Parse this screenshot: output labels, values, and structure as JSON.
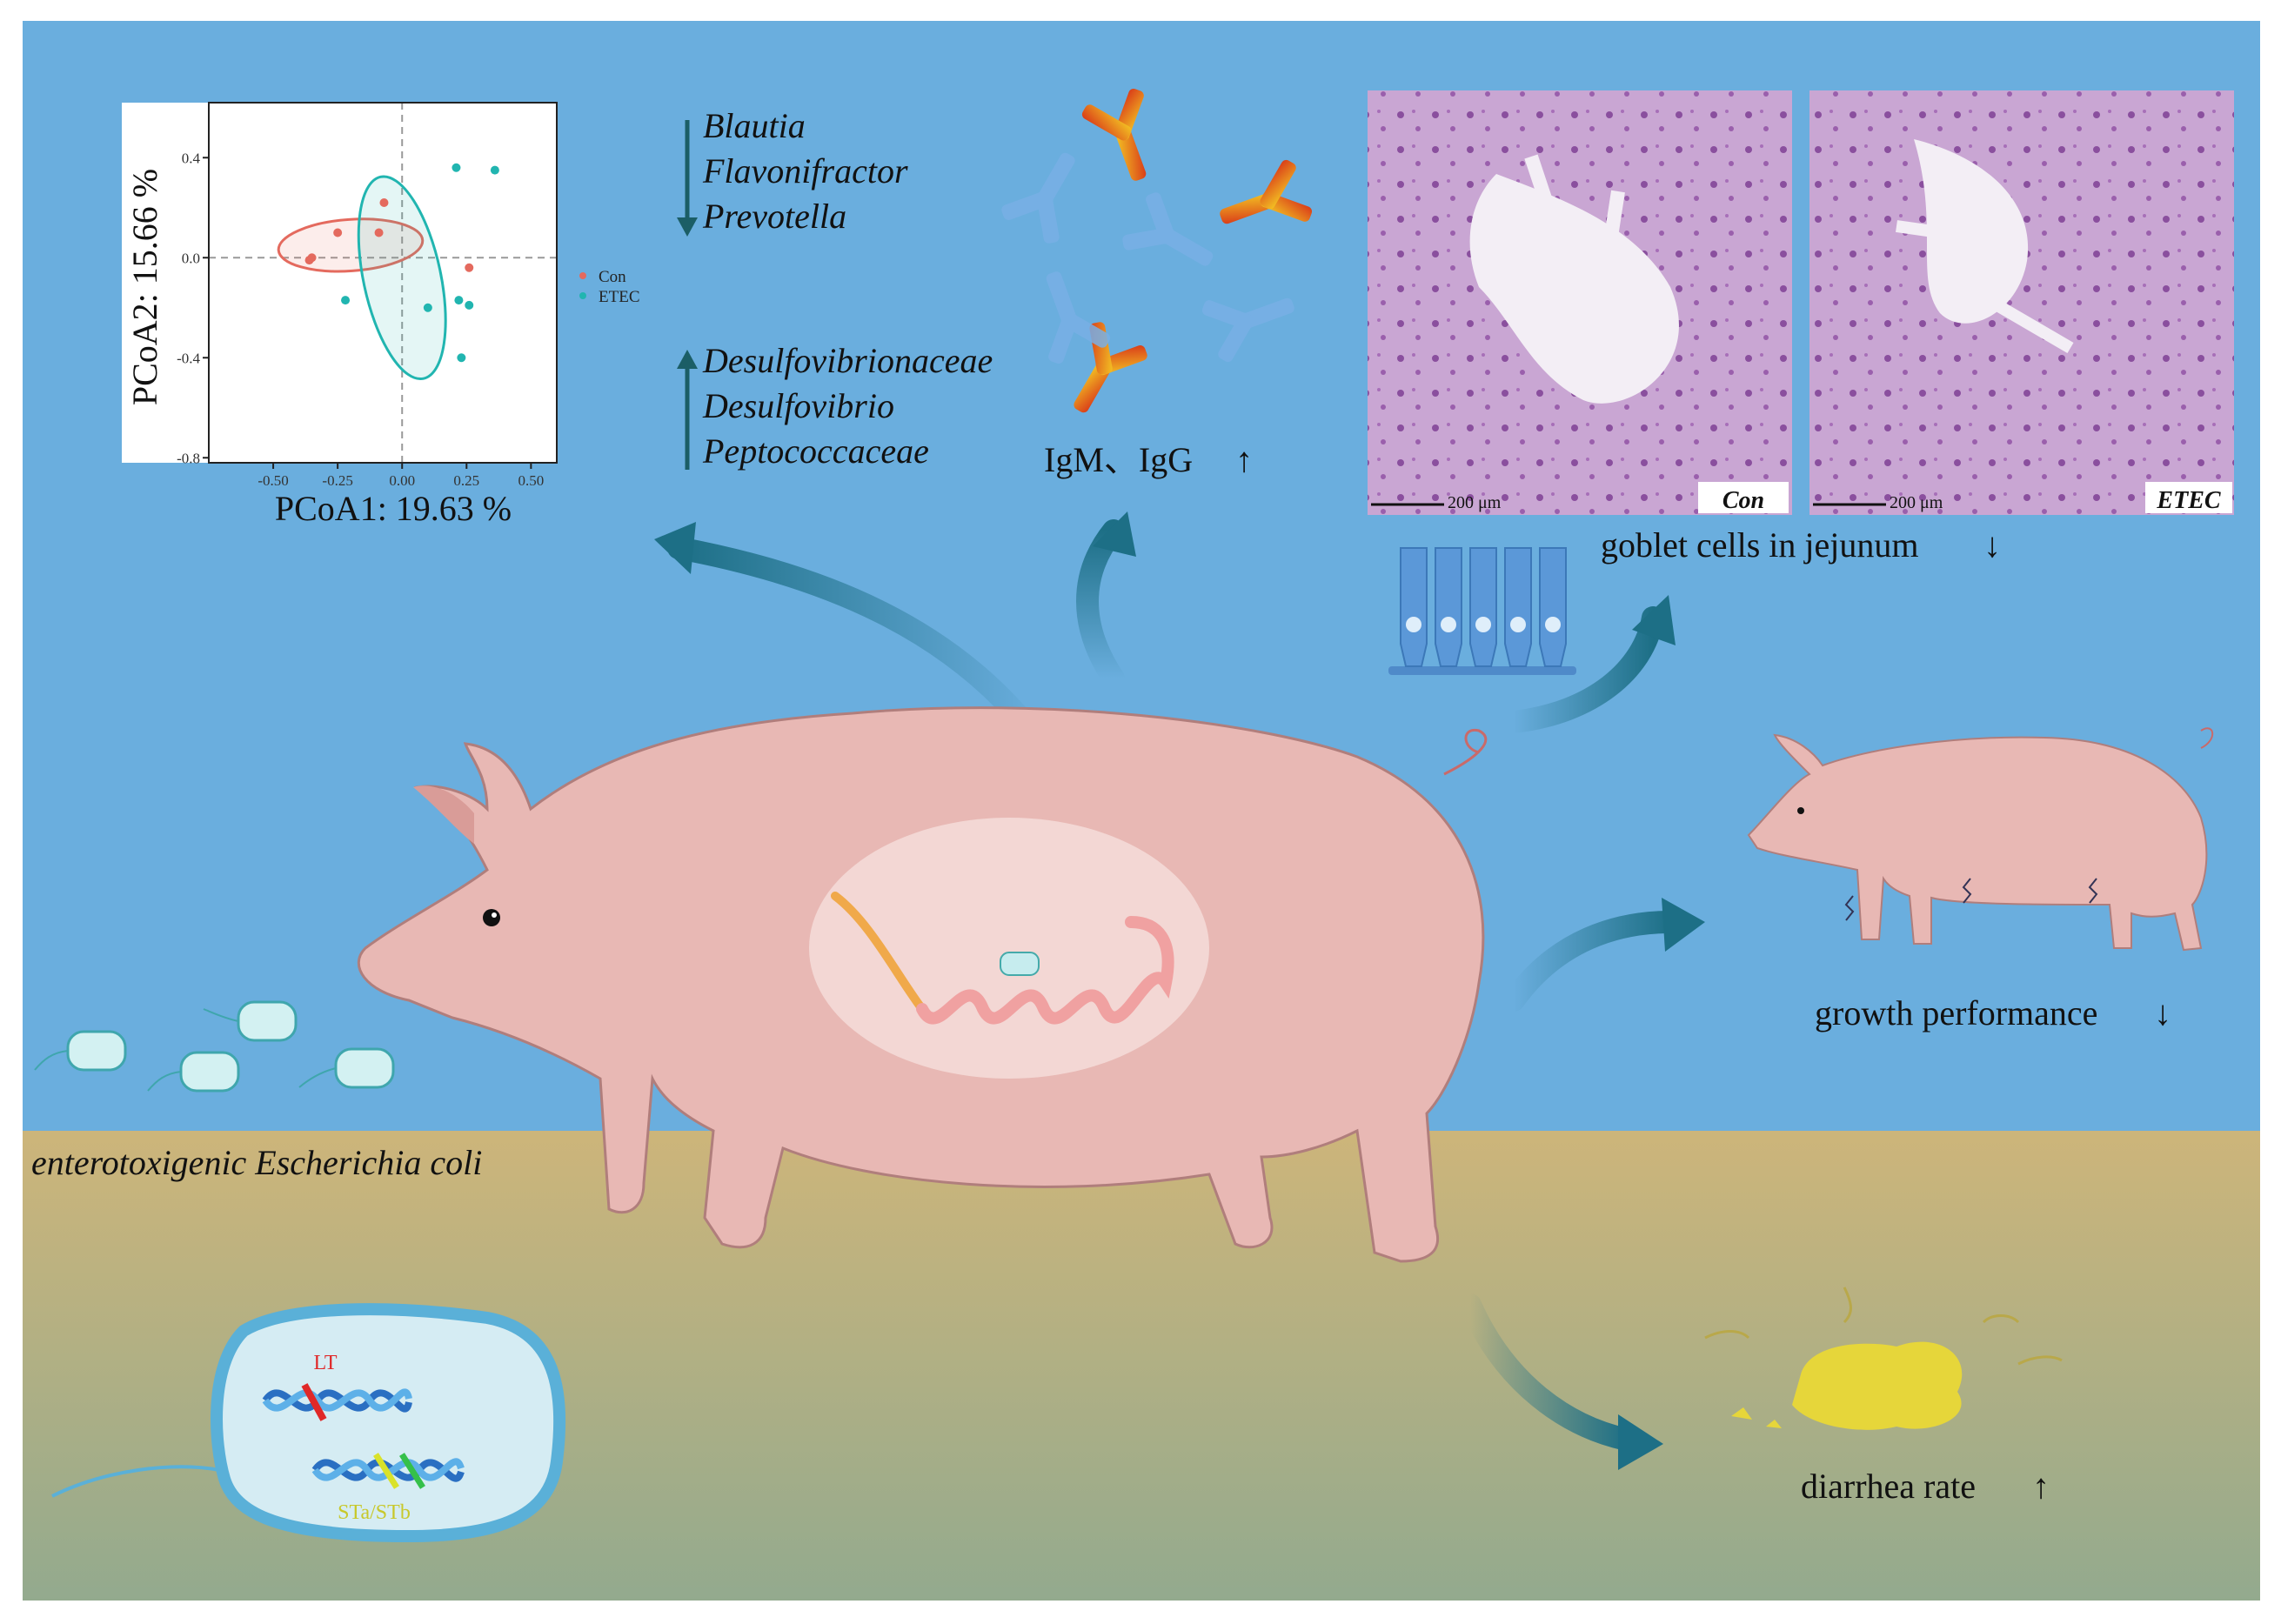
{
  "colors": {
    "sky": "#6aaede",
    "ground_top": "#cdb57a",
    "ground_bottom": "#93aa8e",
    "pig": "#e8b8b4",
    "pig_outline": "#b07e7c",
    "arrow": "#1d6f86",
    "con": "#e46a5e",
    "etec": "#21b5b0",
    "antibody_red": "#e04a1c",
    "antibody_blue": "#79b0e6",
    "tissue": "#b884c4",
    "stool": "#e6d63a"
  },
  "pcoa": {
    "x_axis_label": "PCoA1:  19.63 %",
    "y_axis_label": "PCoA2:  15.66 %",
    "legend": {
      "con": "Con",
      "etec": "ETEC"
    }
  },
  "chart_data": {
    "type": "scatter",
    "title": "",
    "xlabel": "PCoA1:  19.63 %",
    "ylabel": "PCoA2:  15.66 %",
    "xlim": [
      -0.75,
      0.6
    ],
    "ylim": [
      -0.82,
      0.62
    ],
    "xticks": [
      -0.5,
      -0.25,
      0.0,
      0.25,
      0.5
    ],
    "xtick_labels": [
      "-0.50",
      "-0.25",
      "0.00",
      "0.25",
      "0.50"
    ],
    "yticks": [
      -0.8,
      -0.4,
      0.0,
      0.4
    ],
    "ytick_labels": [
      "-0.8",
      "-0.4",
      "0.0",
      "0.4"
    ],
    "grid": false,
    "reference_lines": {
      "x": 0,
      "y": 0
    },
    "legend_position": "right",
    "series": [
      {
        "name": "Con",
        "color": "#e46a5e",
        "x": [
          -0.36,
          -0.35,
          -0.25,
          -0.09,
          -0.07,
          0.26
        ],
        "y": [
          -0.01,
          0.0,
          0.1,
          0.1,
          0.22,
          -0.04
        ],
        "ellipse": {
          "cx": -0.2,
          "cy": 0.05,
          "rx": 0.56,
          "ry": 0.2,
          "angle_deg": -4
        }
      },
      {
        "name": "ETEC",
        "color": "#21b5b0",
        "x": [
          -0.22,
          0.1,
          0.21,
          0.22,
          0.23,
          0.26,
          0.36
        ],
        "y": [
          -0.17,
          -0.2,
          0.36,
          -0.17,
          -0.4,
          -0.19,
          0.35
        ],
        "ellipse": {
          "cx": 0.0,
          "cy": -0.08,
          "rx": 0.8,
          "ry": 0.3,
          "angle_deg": 78
        }
      }
    ]
  },
  "microbiota": {
    "decreased": [
      "Blautia",
      "Flavonifractor",
      "Prevotella"
    ],
    "increased": [
      "Desulfovibrionaceae",
      "Desulfovibrio",
      "Peptococcaceae"
    ]
  },
  "immunoglobulin": {
    "label": "IgM、IgG",
    "trend": "↑"
  },
  "histology": {
    "con_label": "Con",
    "etec_label": "ETEC",
    "scale_bar": "200 μm",
    "caption": "goblet cells in jejunum",
    "trend": "↓"
  },
  "growth": {
    "label": "growth performance",
    "trend": "↓"
  },
  "diarrhea": {
    "label": "diarrhea rate",
    "trend": "↑"
  },
  "etec": {
    "label": "enterotoxigenic Escherichia coli",
    "lt_label": "LT",
    "st_label": "STa/STb"
  }
}
